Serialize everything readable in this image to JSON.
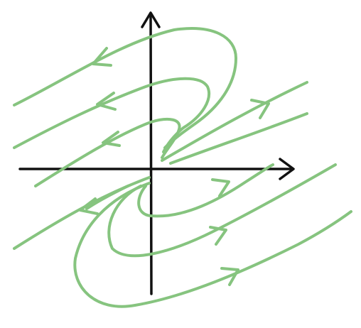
{
  "diagram": {
    "kind": "phase-portrait-sketch",
    "style": "hand-drawn",
    "colors": {
      "background": "#ffffff",
      "axes": "#111111",
      "trajectories": "#86c47f"
    },
    "axes": {
      "x_arrow": true,
      "y_arrow": true,
      "labels": []
    },
    "trajectories": [
      {
        "id": "upper-outer-loop",
        "direction": "toward-upper-left"
      },
      {
        "id": "upper-middle-loop",
        "direction": "toward-upper-left"
      },
      {
        "id": "upper-inner-loop",
        "direction": "toward-upper-left"
      },
      {
        "id": "upper-right-line",
        "direction": "toward-upper-right"
      },
      {
        "id": "lower-right-line",
        "direction": "toward-upper-right"
      },
      {
        "id": "lower-inner-loop",
        "direction": "toward-upper-right"
      },
      {
        "id": "lower-middle-loop",
        "direction": "toward-upper-right"
      },
      {
        "id": "lower-outer-loop",
        "direction": "toward-upper-right"
      },
      {
        "id": "lower-left-line",
        "direction": "toward-upper-left"
      },
      {
        "id": "upper-left-line",
        "direction": "toward-upper-left"
      }
    ]
  }
}
